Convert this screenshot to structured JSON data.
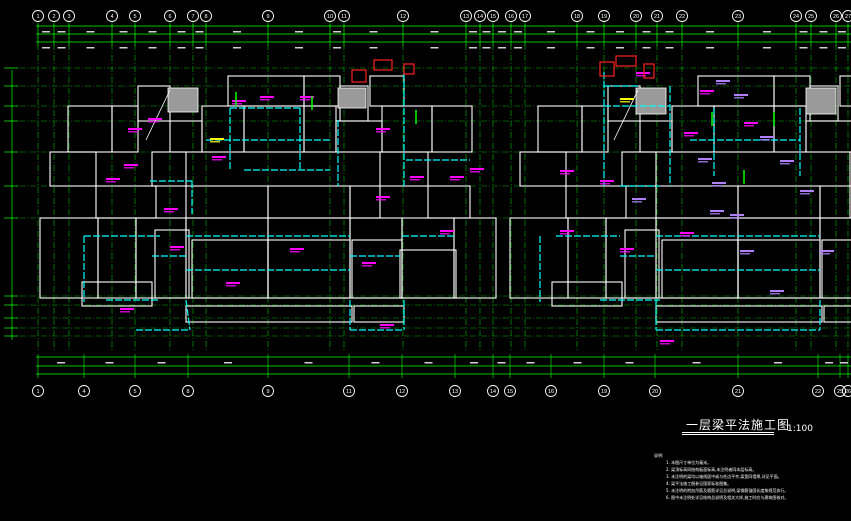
{
  "drawing": {
    "title": "一层梁平法施工图",
    "scale": "1:100",
    "background": "#000000",
    "colors": {
      "grid_axis": "#00ff00",
      "beam_outline": "#ffffff",
      "beam_centerline": "#00ffff",
      "dimension": "#00ff00",
      "annotation_magenta": "#ff00ff",
      "annotation_red": "#ff2020",
      "annotation_violet": "#b080ff",
      "annotation_yellow": "#ffff00"
    },
    "grid_bubbles_top": [
      "1",
      "2",
      "3",
      "4",
      "5",
      "6",
      "7",
      "8",
      "9",
      "10",
      "11",
      "12",
      "13",
      "14",
      "15",
      "16",
      "17",
      "18",
      "19",
      "20",
      "21",
      "22",
      "23",
      "24",
      "25",
      "26",
      "27"
    ],
    "grid_bubbles_bottom": [
      "1",
      "4",
      "5",
      "8",
      "9",
      "11",
      "12",
      "13",
      "14",
      "15",
      "16",
      "19",
      "20",
      "21",
      "22",
      "25",
      "26"
    ]
  },
  "notes": {
    "heading": "说明:",
    "items": [
      "1. 本图尺寸单位为毫米。",
      "2. 梁顶标高同结构板面标高,未注明者同本层标高。",
      "3. 未注明的梁均以轴线居中或与柱边平齐,梁宽同墙厚,详见平面。",
      "4. 梁平法施工图参见国家标准图集。",
      "5. 未注明的附加吊筋及箍筋详见总说明,梁钢筋锚固长度按规范执行。",
      "6. 图中未注明处详见结构总说明及相关大样,施工时应与建筑图核对。"
    ]
  }
}
